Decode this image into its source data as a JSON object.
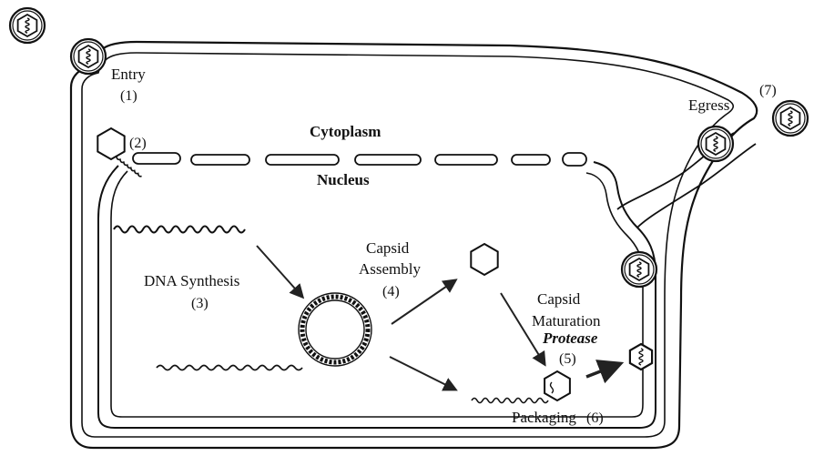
{
  "labels": {
    "entry": "Entry",
    "entry_num": "(1)",
    "step2": "(2)",
    "cytoplasm": "Cytoplasm",
    "nucleus": "Nucleus",
    "egress": "Egress",
    "egress_num": "(7)",
    "dna_synthesis": "DNA Synthesis",
    "dna_num": "(3)",
    "capsid_assembly_1": "Capsid",
    "capsid_assembly_2": "Assembly",
    "capsid_assembly_num": "(4)",
    "capsid_maturation_1": "Capsid",
    "capsid_maturation_2": "Maturation",
    "protease": "Protease",
    "maturation_num": "(5)",
    "packaging": "Packaging",
    "packaging_num": "(6)"
  }
}
